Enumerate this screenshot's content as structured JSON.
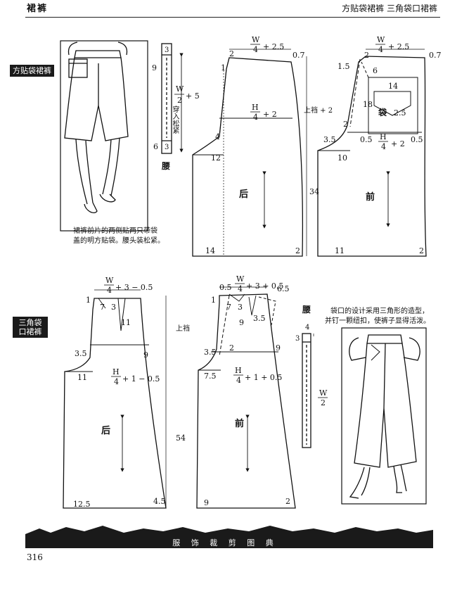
{
  "header": {
    "left_title": "裙裤",
    "right_title": "方贴袋裙裤  三角袋口裙裤"
  },
  "sections": {
    "section1_label": "方贴袋裙裤",
    "section2_label_line1": "三角袋",
    "section2_label_line2": "口裙裤"
  },
  "captions": {
    "top_line1": "裙裤前片的两侧贴两只带袋",
    "top_line2": "盖的明方贴袋。腰头装松紧。",
    "bottom_line1": "袋口的设计采用三角形的造型，",
    "bottom_line2": "并钉一颗纽扣，使裤子显得活泼。"
  },
  "waistband1": {
    "label": "腰",
    "top": "3",
    "num9": "9",
    "formula_num": "W",
    "formula_den": "2",
    "formula_add": "+ 5",
    "elastic": "穿入松紧",
    "num6": "6",
    "num3b": "3"
  },
  "back1": {
    "w_num": "W",
    "w_den": "4",
    "w_add": "+ 2.5",
    "n07": "0.7",
    "n2": "2",
    "n1": "1",
    "h_num": "H",
    "h_den": "4",
    "h_add": "+ 2",
    "n4": "4",
    "n12": "12",
    "n14": "14",
    "n2b": "2",
    "label": "后"
  },
  "front1": {
    "w_num": "W",
    "w_den": "4",
    "w_add": "+ 2.5",
    "n07": "0.7",
    "n15": "1.5",
    "n2": "2",
    "n6": "6",
    "n14": "14",
    "n18": "18",
    "pocket": "袋",
    "n25": "2.5",
    "n2b": "2",
    "n35": "3.5",
    "n05a": "0.5",
    "h_num": "H",
    "h_den": "4",
    "h_add": "+ 2",
    "n05b": "0.5",
    "n10": "10",
    "n11": "11",
    "n2c": "2",
    "rise": "上裆 + 2",
    "len": "34",
    "label": "前"
  },
  "back2": {
    "w_num": "W",
    "w_den": "4",
    "w_add": "+ 3 − 0.5",
    "n1": "1",
    "n7": "7",
    "n3": "3",
    "n11a": "11",
    "n35": "3.5",
    "n9": "9",
    "n11b": "11",
    "h_num": "H",
    "h_den": "4",
    "h_add": "+ 1 − 0.5",
    "n125": "12.5",
    "n45": "4.5",
    "rise": "上裆",
    "len": "54",
    "label": "后"
  },
  "front2": {
    "w_num": "W",
    "w_den": "4",
    "w_add": "+ 3 + 0.5",
    "n05": "0.5",
    "n65": "6.5",
    "n1": "1",
    "n7": "7",
    "n3": "3",
    "n9a": "9",
    "n35a": "3.5",
    "n35b": "3.5",
    "n2": "2",
    "n9b": "9",
    "n75": "7.5",
    "h_num": "H",
    "h_den": "4",
    "h_add": "+ 1 + 0.5",
    "n9c": "9",
    "n2b": "2",
    "label": "前"
  },
  "waistband2": {
    "label": "腰",
    "n4": "4",
    "n3": "3",
    "formula_num": "W",
    "formula_den": "2"
  },
  "footer": {
    "banner": "服 饰 裁 剪 图 典",
    "page": "316"
  }
}
